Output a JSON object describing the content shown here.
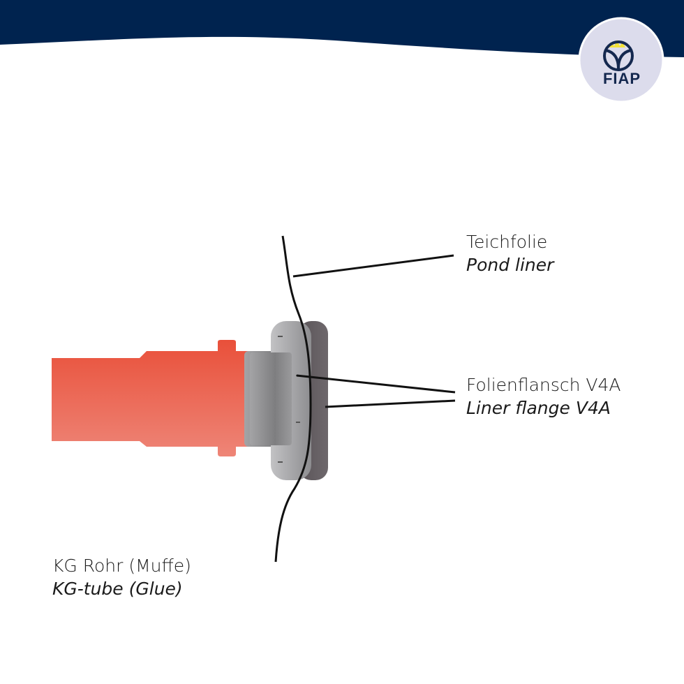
{
  "brand": {
    "logo_text": "FIAP",
    "navy": "#00234f",
    "logo_bg": "#dcdcec",
    "crown": "#f3e23a"
  },
  "labels": {
    "pond_liner_de": "Teichfolie",
    "pond_liner_en": "Pond liner",
    "flange_de": "Folienflansch V4A",
    "flange_en": "Liner flange V4A",
    "pipe_de": "KG Rohr (Muffe)",
    "pipe_en": "KG-tube (Glue)"
  }
}
